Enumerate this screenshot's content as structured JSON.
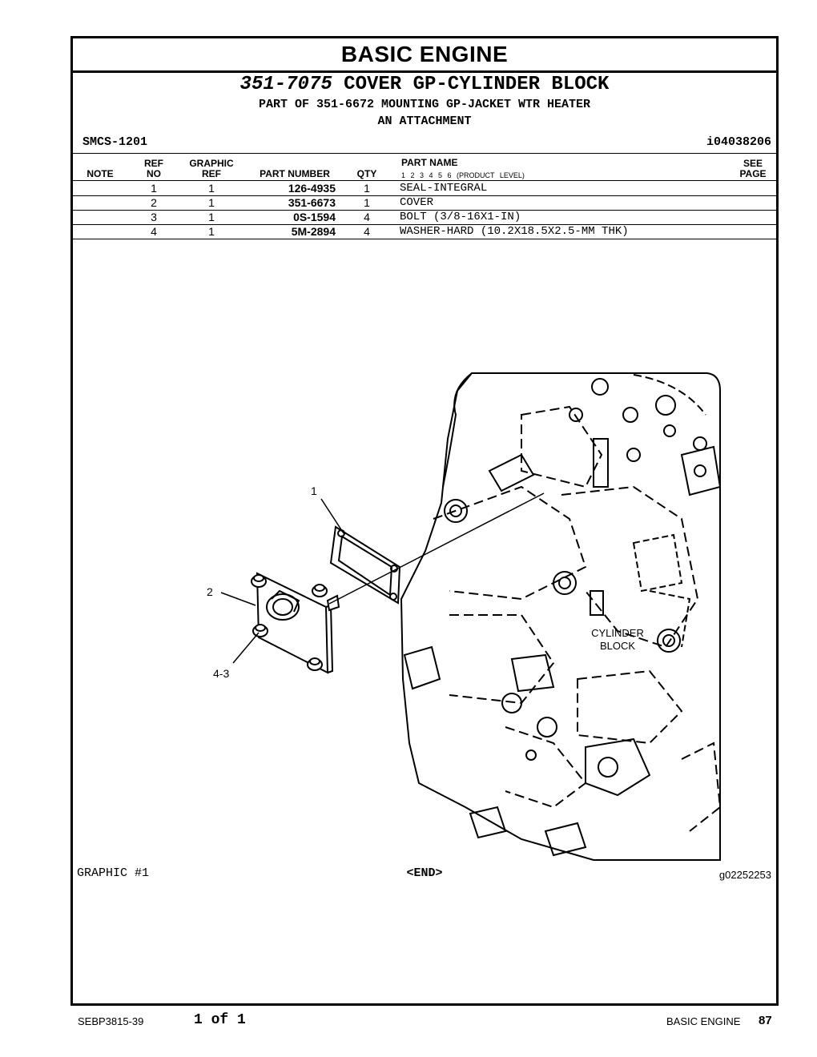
{
  "section_title": "BASIC ENGINE",
  "group": {
    "part_number": "351-7075",
    "name": "COVER GP-CYLINDER BLOCK",
    "part_of": "PART OF 351-6672 MOUNTING GP-JACKET WTR HEATER",
    "attachment": "AN ATTACHMENT"
  },
  "smcs": "SMCS-1201",
  "illustration_id": "i04038206",
  "table": {
    "headers": {
      "note": "NOTE",
      "ref_top": "REF",
      "ref_bottom": "NO",
      "graphic_top": "GRAPHIC",
      "graphic_bottom": "REF",
      "part_number": "PART NUMBER",
      "qty": "QTY",
      "part_name": "PART NAME",
      "levels": "1 2 3 4 5 6 (PRODUCT LEVEL)",
      "see_top": "SEE",
      "see_bottom": "PAGE"
    },
    "rows": [
      {
        "ref": "1",
        "graphic": "1",
        "part": "126-4935",
        "qty": "1",
        "name": "SEAL-INTEGRAL"
      },
      {
        "ref": "2",
        "graphic": "1",
        "part": "351-6673",
        "qty": "1",
        "name": "COVER"
      },
      {
        "ref": "3",
        "graphic": "1",
        "part": "0S-1594",
        "qty": "4",
        "name": "BOLT (3/8-16X1-IN)"
      },
      {
        "ref": "4",
        "graphic": "1",
        "part": "5M-2894",
        "qty": "4",
        "name": "WASHER-HARD (10.2X18.5X2.5-MM THK)"
      }
    ]
  },
  "illustration": {
    "callout_1": "1",
    "callout_2": "2",
    "callout_3": "4-3",
    "block_label_1": "CYLINDER",
    "block_label_2": "BLOCK"
  },
  "graphic_label": "GRAPHIC #1",
  "end_label": "<END>",
  "graphic_id": "g02252253",
  "footer": {
    "doc": "SEBP3815-39",
    "page": "1 of 1",
    "section": "BASIC ENGINE",
    "number": "87"
  }
}
